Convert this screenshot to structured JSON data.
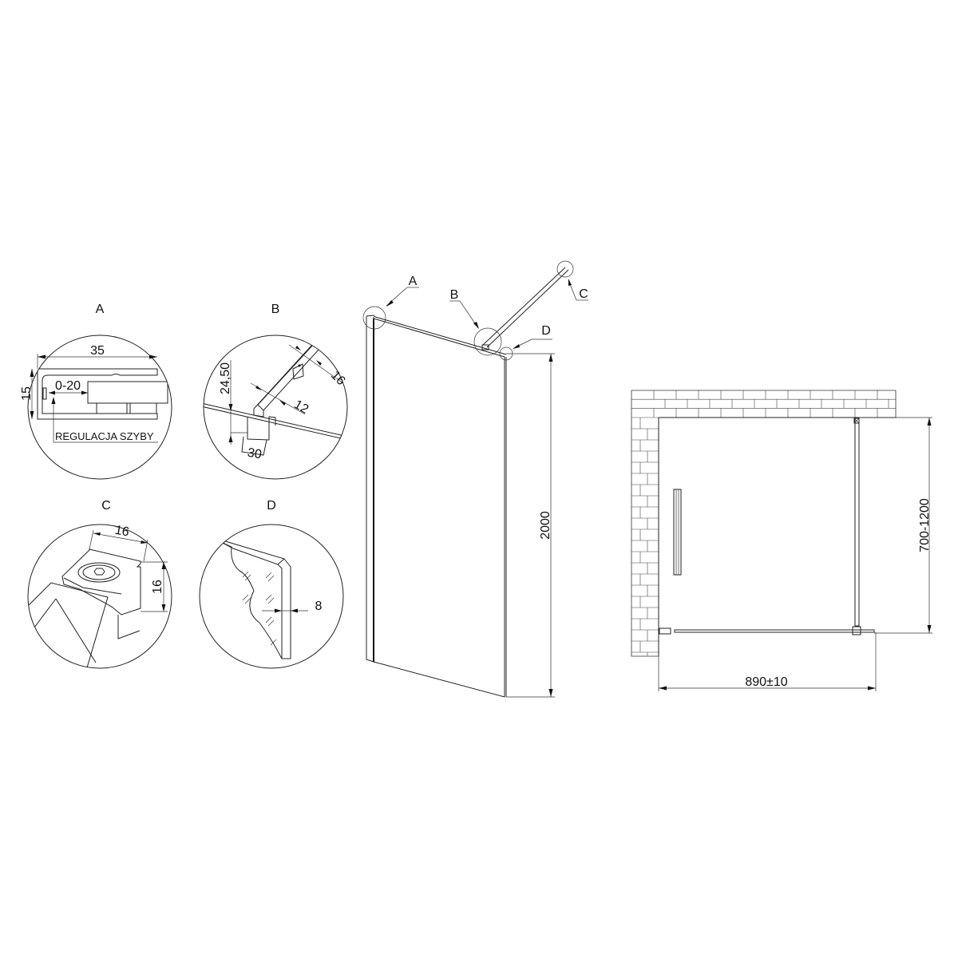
{
  "details": {
    "A": {
      "label": "A",
      "dims": {
        "width": "35",
        "height": "15",
        "adjust": "0-20"
      },
      "note": "REGULACJA SZYBY"
    },
    "B": {
      "label": "B",
      "dims": {
        "height": "24,50",
        "base": "30",
        "bar": "12",
        "clamp": "16"
      }
    },
    "C": {
      "label": "C",
      "dims": {
        "width": "16",
        "height": "16"
      }
    },
    "D": {
      "label": "D",
      "dims": {
        "glass_thickness": "8"
      }
    }
  },
  "perspective_view": {
    "callouts": [
      "A",
      "B",
      "C",
      "D"
    ],
    "height_dim": "2000"
  },
  "plan_view": {
    "width_dim": "890±10",
    "depth_dim": "700-1200"
  }
}
